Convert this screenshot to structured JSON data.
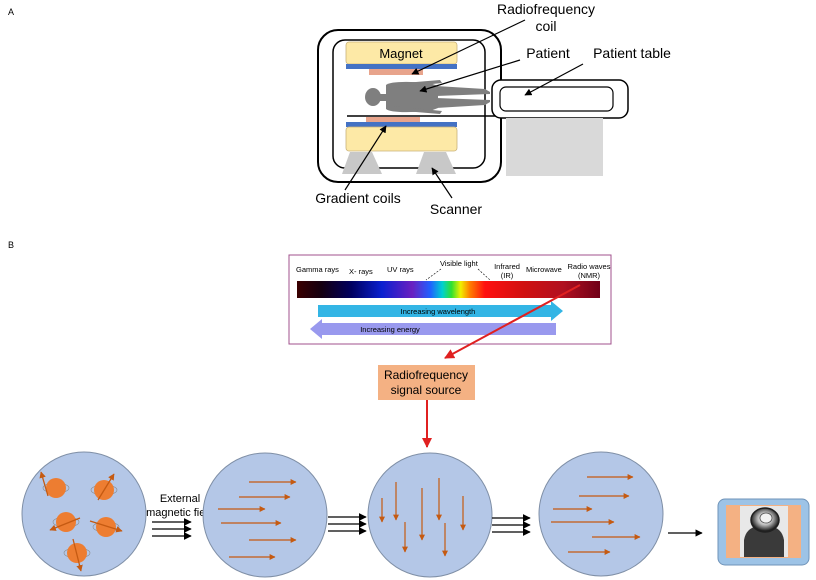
{
  "panel_a": {
    "panel_label": "A",
    "magnet_label": "Magnet",
    "callouts": {
      "rf_coil_line1": "Radiofrequency",
      "rf_coil_line2": "coil",
      "patient": "Patient",
      "patient_table": "Patient table",
      "gradient_coils": "Gradient coils",
      "scanner": "Scanner"
    },
    "colors": {
      "magnet_fill": "#fde9a6",
      "gradient_coil": "#4472c4",
      "rf_coil": "#e8a48c",
      "patient": "#7f7f7f",
      "scanner_feet": "#c8c8c8",
      "table_base": "#d9d9d9"
    }
  },
  "panel_b": {
    "panel_label": "B",
    "spectrum": {
      "labels": {
        "gamma": "Gamma rays",
        "xray": "X- rays",
        "uv": "UV rays",
        "visible": "Visible light",
        "infrared_line1": "Infrared",
        "infrared_line2": "(IR)",
        "microwave": "Microwave",
        "radio_line1": "Radio waves",
        "radio_line2": "(NMR)"
      },
      "wavelength_arrow": "Increasing wavelength",
      "energy_arrow": "Increasing energy",
      "colors": {
        "box_border": "#a0508c",
        "wavelength_arrow": "#33b5e5",
        "energy_arrow": "#9999ee"
      }
    },
    "rf_source": {
      "line1": "Radiofrequency",
      "line2": "signal source",
      "fill": "#f4b183"
    },
    "external_field": {
      "line1": "External",
      "line2": "magnetic field"
    },
    "colors": {
      "circle_fill": "#b4c7e7",
      "circle_stroke": "#7f8fa6",
      "spin_arrow": "#c55a11",
      "proton": "#ed7d31",
      "red_arrow": "#e02020",
      "monitor_frame": "#9dc3e6",
      "monitor_screen": "#f4b183"
    }
  }
}
